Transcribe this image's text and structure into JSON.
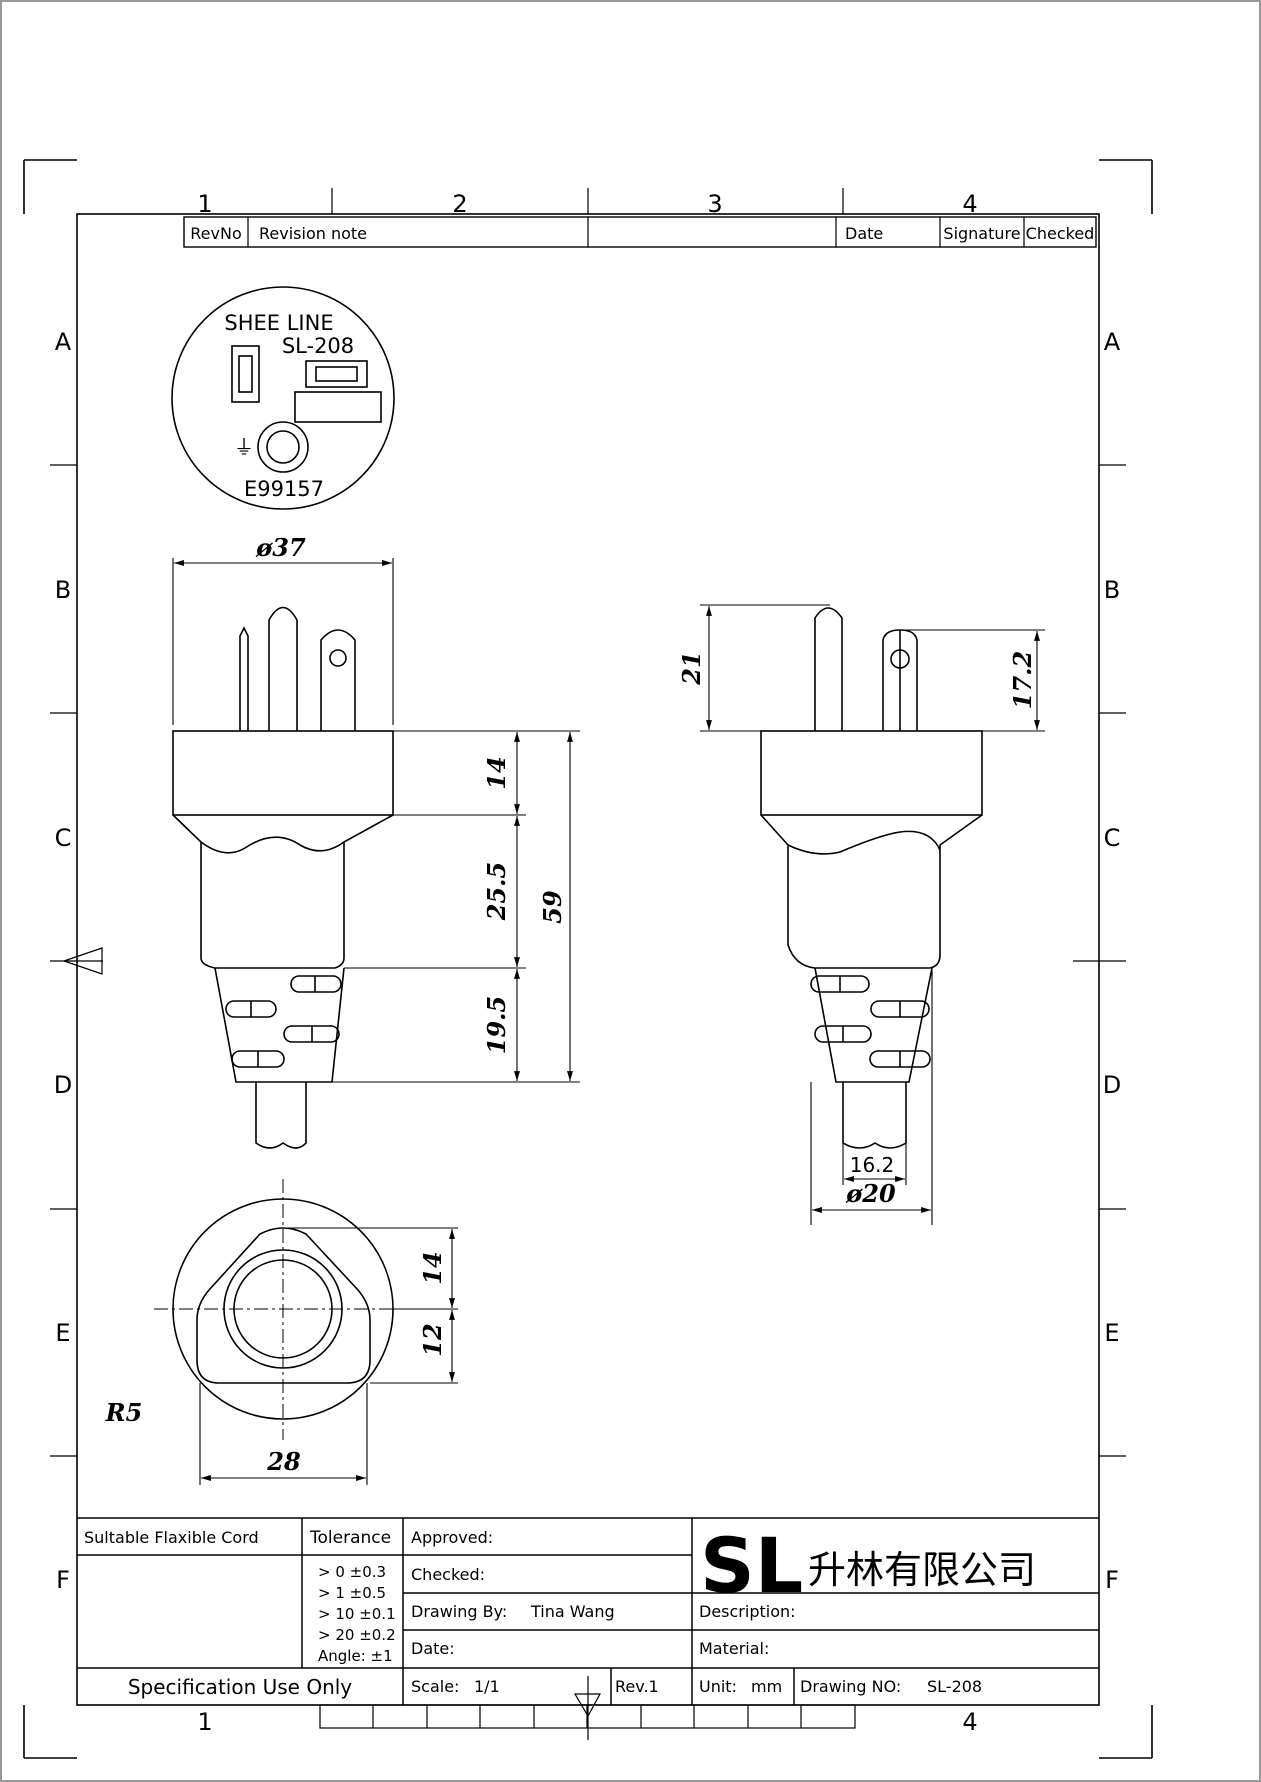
{
  "frame": {
    "col_labels": [
      "1",
      "2",
      "3",
      "4"
    ],
    "row_labels": [
      "A",
      "B",
      "C",
      "D",
      "E",
      "F"
    ],
    "bottom_col_left": "1",
    "bottom_col_right": "4"
  },
  "revision_table": {
    "rev_no": "RevNo",
    "revision_note": "Revision note",
    "date": "Date",
    "signature": "Signature",
    "checked": "Checked"
  },
  "face_view": {
    "brand": "SHEE LINE",
    "model": "SL-208",
    "ground_symbol": "⏚",
    "cert": "E99157"
  },
  "dimensions": {
    "front_diameter": "ø37",
    "head": "14",
    "body": "25.5",
    "strain": "19.5",
    "total": "59",
    "side_pin_long": "21",
    "side_pin_short": "17.2",
    "side_cord": "16.2",
    "side_diameter": "ø20",
    "bottom_upper": "14",
    "bottom_lower": "12",
    "bottom_width": "28",
    "radius": "R5"
  },
  "title_block": {
    "cord_label": "Sultable Flaxible Cord",
    "tolerance_label": "Tolerance",
    "tolerances": [
      "> 0  ±0.3",
      "> 1  ±0.5",
      "> 10  ±0.1",
      "> 20  ±0.2",
      "Angle: ±1"
    ],
    "approved": "Approved:",
    "checked": "Checked:",
    "drawing_by_label": "Drawing By:",
    "drawing_by_value": "Tina Wang",
    "date_label": "Date:",
    "spec_note": "Specification Use Only",
    "scale_label": "Scale:",
    "scale_value": "1/1",
    "rev": "Rev.1",
    "logo": "SL",
    "company": "升林有限公司",
    "description_label": "Description:",
    "material_label": "Material:",
    "unit_label": "Unit:",
    "unit_value": "mm",
    "drawing_no_label": "Drawing NO:",
    "drawing_no_value": "SL-208"
  }
}
